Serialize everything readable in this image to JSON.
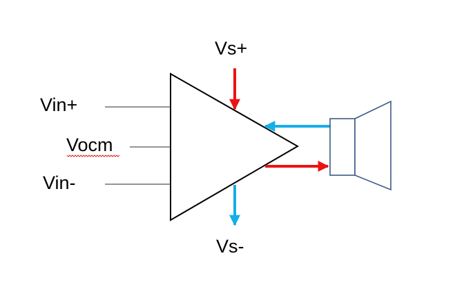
{
  "diagram": {
    "labels": {
      "vs_plus": "Vs+",
      "vs_minus": "Vs-",
      "vin_plus": "Vin+",
      "vocm": "Vocm",
      "vin_minus": "Vin-"
    },
    "colors": {
      "red_arrow": "#ee1111",
      "blue_arrow": "#16aee8",
      "speaker_outline": "#3a5a87",
      "triangle_outline": "#000000",
      "input_wire": "#555555",
      "spellcheck_underline": "#e02020"
    },
    "icons": {
      "amplifier": "triangle-amplifier-icon",
      "speaker": "speaker-icon"
    }
  }
}
